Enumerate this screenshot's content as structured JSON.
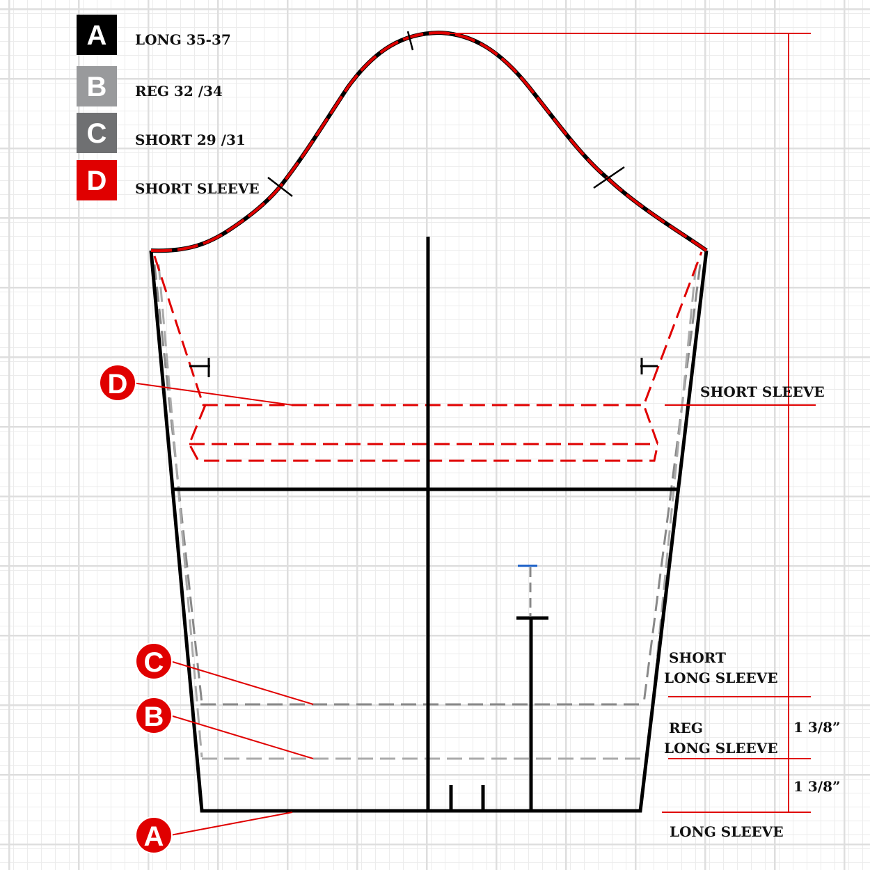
{
  "legend": [
    {
      "letter": "A",
      "label": "LONG 35-37",
      "color": "#000000"
    },
    {
      "letter": "B",
      "label": "REG 32 /34",
      "color": "#999a9c"
    },
    {
      "letter": "C",
      "label": "SHORT 29 /31",
      "color": "#6f7072"
    },
    {
      "letter": "D",
      "label": "SHORT SLEEVE",
      "color": "#e00000"
    }
  ],
  "markers": {
    "A": "A",
    "B": "B",
    "C": "C",
    "D": "D"
  },
  "annotations": {
    "short_sleeve": "SHORT SLEEVE",
    "short_long_1": "SHORT",
    "short_long_2": "LONG SLEEVE",
    "reg_long_1": "REG",
    "reg_long_2": "LONG SLEEVE",
    "long_sleeve": "LONG SLEEVE",
    "measure_1": "1 3/8”",
    "measure_2": "1 3/8”"
  },
  "colors": {
    "red": "#e00000",
    "grid": "#e6e6e6"
  }
}
